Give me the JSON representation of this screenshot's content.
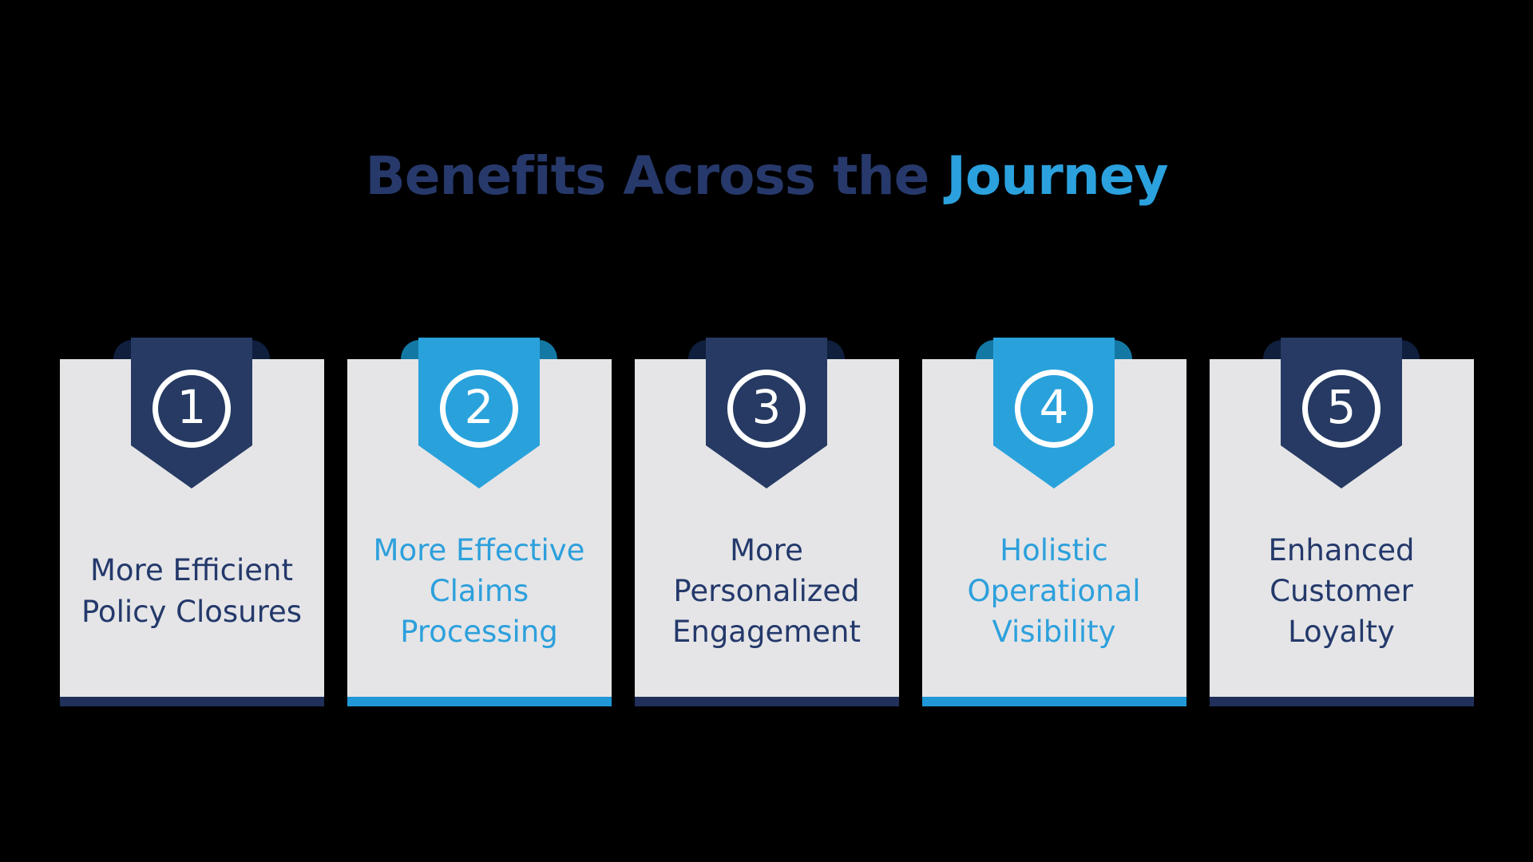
{
  "title": {
    "part1": "Benefits Across the ",
    "part2": "Journey"
  },
  "cards": [
    {
      "number": "1",
      "theme": "navy",
      "text": "More Efficient\nPolicy Closures"
    },
    {
      "number": "2",
      "theme": "blue",
      "text": "More Effective\nClaims\nProcessing"
    },
    {
      "number": "3",
      "theme": "navy",
      "text": "More\nPersonalized\nEngagement"
    },
    {
      "number": "4",
      "theme": "blue",
      "text": "Holistic\nOperational\nVisibility"
    },
    {
      "number": "5",
      "theme": "navy",
      "text": "Enhanced\nCustomer\nLoyalty"
    }
  ],
  "colors": {
    "background": "#000000",
    "card_background": "#e5e5e7",
    "navy_title": "#27396b",
    "blue_title": "#2ba1dd",
    "navy_ribbon": "#263a63",
    "navy_fold": "#0f1f3d",
    "navy_strip": "#20305a",
    "navy_text": "#24396b",
    "blue_ribbon": "#29a2dc",
    "blue_fold": "#1478a4",
    "blue_strip": "#2097d6",
    "blue_text": "#2da0dc",
    "circle_and_number": "#ffffff"
  }
}
